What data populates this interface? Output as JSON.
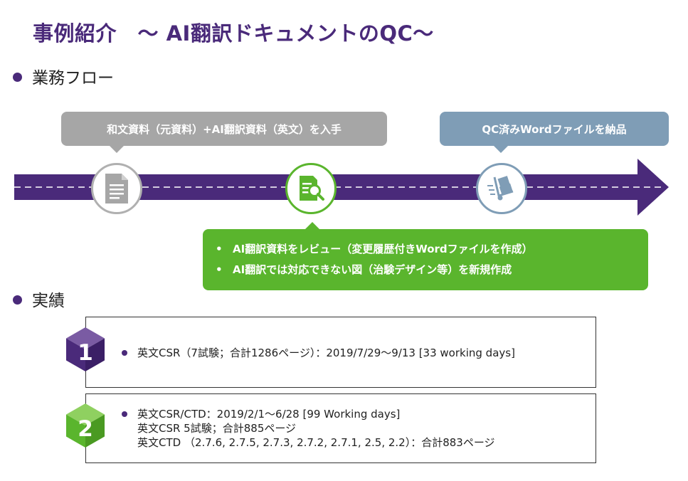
{
  "title": "事例紹介　～ AI翻訳ドキュメントのQC～",
  "sections": {
    "flow": "業務フロー",
    "results": "実績"
  },
  "flow": {
    "step1": "和文資料（元資料）+AI翻訳資料（英文）を入手",
    "step3": "QC済みWordファイルを納品",
    "step2": {
      "bullet": "•",
      "items": [
        "AI翻訳資料をレビュー（変更履歴付きWordファイルを作成）",
        "AI翻訳では対応できない図（治験デザイン等）を新規作成"
      ]
    },
    "icons": [
      "document-icon",
      "review-search-icon",
      "delivery-cart-icon"
    ]
  },
  "results": [
    {
      "number": "1",
      "lines": [
        "英文CSR（7試験；合計1286ページ）：2019/7/29～9/13 [33 working days]"
      ]
    },
    {
      "number": "2",
      "lines": [
        "英文CSR/CTD：2019/2/1～6/28 [99 Working days]",
        "英文CSR 5試験；合計885ページ",
        "英文CTD （2.7.6, 2.7.5, 2.7.3, 2.7.2, 2.7.1, 2.5, 2.2）：合計883ページ"
      ]
    }
  ],
  "colors": {
    "brand_purple": "#4a2a7a",
    "gray": "#a6a6a6",
    "steel_blue": "#7f9db6",
    "green": "#5ab52d"
  }
}
